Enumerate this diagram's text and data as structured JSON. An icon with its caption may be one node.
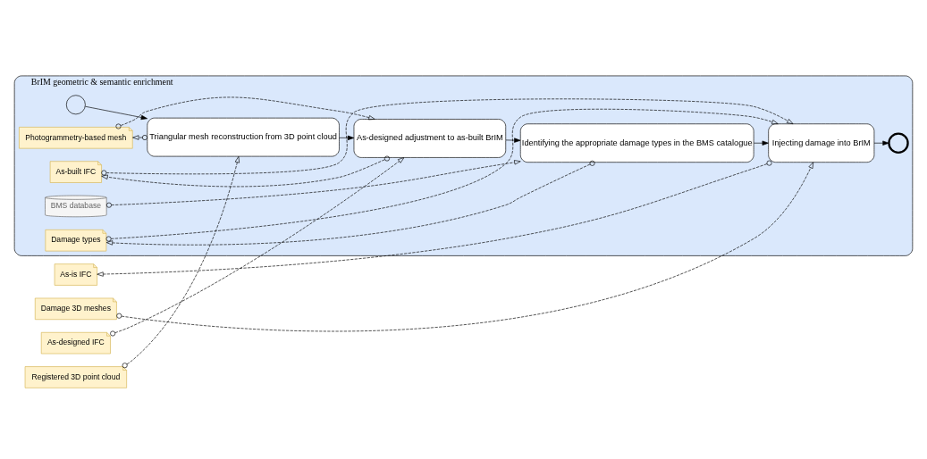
{
  "diagram": {
    "nodes": [
      {
        "text": [
          "BrIM geometric & semantic enrichment"
        ]
      },
      {
        "text": [],
        "shape": "circle",
        "in": 0
      },
      {
        "text": [
          "Triangular mesh reconstruction from 3D point cloud"
        ],
        "in": 0
      },
      {
        "text": [
          "As-designed adjustment to as-built BrIM"
        ],
        "in": 0
      },
      {
        "text": [
          "Identifying the appropriate damage types in the BMS catalogue"
        ],
        "in": 0
      },
      {
        "text": [
          "Injecting damage into BrIM"
        ],
        "in": 0
      },
      {
        "text": [],
        "shape": "circle",
        "in": 0
      },
      {
        "text": [
          "Photogrammetry-based mesh"
        ],
        "in": 0
      },
      {
        "text": [
          "As-built IFC"
        ],
        "in": 0
      },
      {
        "text": [
          "BMS database"
        ],
        "in": 0
      },
      {
        "text": [
          "Damage types"
        ],
        "in": 0
      },
      {
        "text": [
          "Registered 3D point cloud"
        ]
      },
      {
        "text": [
          "As-designed IFC"
        ]
      },
      {
        "text": [
          "Damage 3D meshes"
        ]
      },
      {
        "text": [
          "As-is IFC"
        ]
      }
    ],
    "edges": [
      {
        "from": 1,
        "to": 2,
        "arrow": "to"
      },
      {
        "from": 2,
        "to": 3,
        "arrow": "to"
      },
      {
        "from": 3,
        "to": 4,
        "arrow": "to"
      },
      {
        "from": 4,
        "to": 5,
        "arrow": "to"
      },
      {
        "from": 5,
        "to": 6,
        "arrow": "to"
      },
      {
        "from": 2,
        "to": 7,
        "arrow": "to",
        "style": "dashed"
      },
      {
        "from": 7,
        "to": 3,
        "arrow": "to",
        "style": "dashed"
      },
      {
        "from": 3,
        "to": 8,
        "arrow": "to",
        "style": "dashed"
      },
      {
        "from": 8,
        "to": 5,
        "arrow": "to",
        "style": "dashed"
      },
      {
        "from": 9,
        "to": 4,
        "arrow": "to",
        "style": "dashed"
      },
      {
        "from": 4,
        "to": 10,
        "arrow": "to",
        "style": "dashed"
      },
      {
        "from": 10,
        "to": 5,
        "arrow": "to",
        "style": "dashed"
      },
      {
        "from": 11,
        "to": 2,
        "arrow": "to",
        "style": "dashed"
      },
      {
        "from": 12,
        "to": 3,
        "arrow": "to",
        "style": "dashed"
      },
      {
        "from": 13,
        "to": 5,
        "arrow": "to",
        "style": "dashed"
      },
      {
        "from": 5,
        "to": 14,
        "arrow": "to",
        "style": "dashed"
      }
    ]
  }
}
